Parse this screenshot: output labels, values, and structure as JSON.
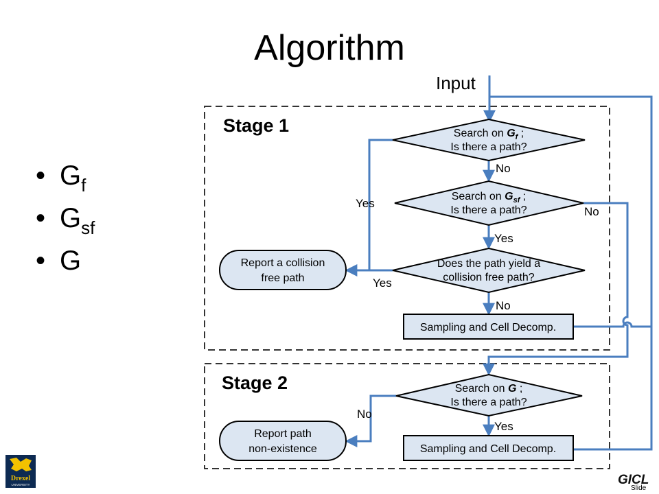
{
  "slide": {
    "title": "Algorithm",
    "bullets": [
      {
        "main": "G",
        "sub": "f"
      },
      {
        "main": "G",
        "sub": "sf"
      },
      {
        "main": "G",
        "sub": ""
      }
    ],
    "footer_label": "Slide",
    "logos": {
      "left_text": "Drexel",
      "left_subtext": "UNIVERSITY",
      "right_text": "GICL"
    }
  },
  "diagram": {
    "input_label": "Input",
    "stage1_label": "Stage 1",
    "stage2_label": "Stage 2",
    "decision1": {
      "line1_prefix": "Search on ",
      "line1_var": "G",
      "line1_sub": "f",
      "line1_suffix": " ;",
      "line2": "Is there a path?"
    },
    "decision2": {
      "line1_prefix": "Search on ",
      "line1_var": "G",
      "line1_sub": "sf",
      "line1_suffix": " ;",
      "line2": "Is there a path?"
    },
    "decision3": {
      "line1": "Does the path yield a",
      "line2": "collision free path?"
    },
    "decision4": {
      "line1_prefix": "Search on ",
      "line1_var": "G",
      "line1_suffix": " ;",
      "line2": "Is there a path?"
    },
    "report_collision": {
      "line1": "Report a collision",
      "line2": "free path"
    },
    "report_nonexist": {
      "line1": "Report path",
      "line2": "non-existence"
    },
    "sampling1": "Sampling and Cell Decomp.",
    "sampling2": "Sampling and Cell Decomp.",
    "labels": {
      "d1_no": "No",
      "d1_yes": "Yes",
      "d2_yes": "Yes",
      "d2_no": "No",
      "d3_yes": "Yes",
      "d3_no": "No",
      "d4_no": "No",
      "d4_yes": "Yes"
    },
    "colors": {
      "arrow": "#4a7ebf",
      "shape_fill": "#dce6f2",
      "shape_stroke": "#000000",
      "dash": "#333333"
    }
  }
}
